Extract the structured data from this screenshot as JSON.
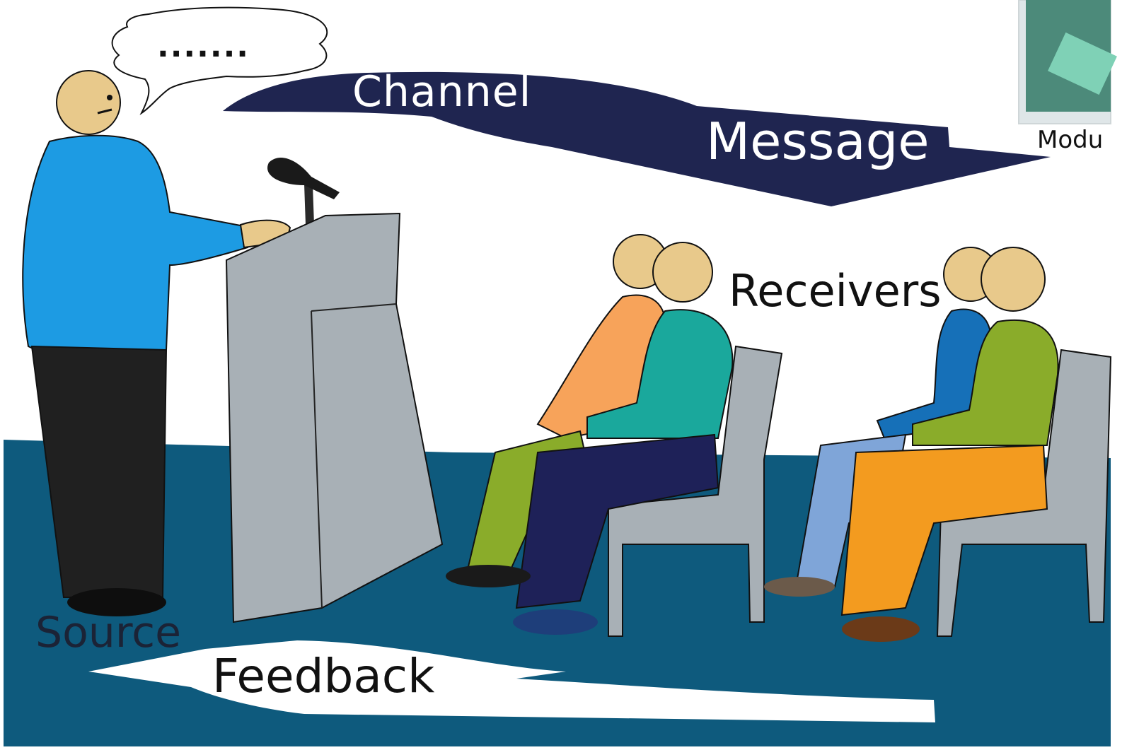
{
  "labels": {
    "channel": "Channel",
    "message": "Message",
    "receivers": "Receivers",
    "source": "Source",
    "feedback": "Feedback",
    "speech": ".......",
    "thumbnail_caption": "Modu"
  },
  "colors": {
    "floor": "#0e5a7d",
    "channel_arrow": "#1f2550",
    "feedback_arrow": "#ffffff",
    "speaker_shirt": "#1d9be3",
    "podium": "#a8b0b6",
    "skin": "#e8c98b"
  }
}
